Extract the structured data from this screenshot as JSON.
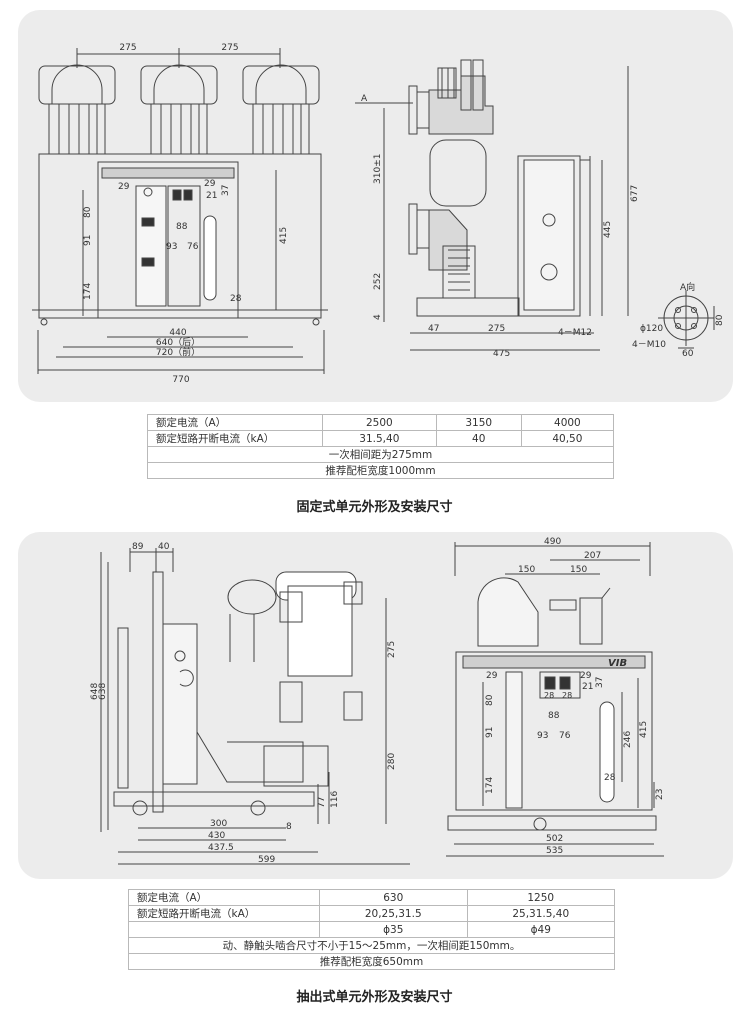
{
  "fixed_unit": {
    "front_view": {
      "dims": {
        "pitch_left": "275",
        "pitch_right": "275",
        "h29": "29",
        "h29b": "29",
        "h21": "21",
        "h37": "37",
        "h80": "80",
        "h88": "88",
        "h91": "91",
        "h93": "93",
        "h76": "76",
        "h174": "174",
        "h28": "28",
        "h415": "415",
        "w440": "440",
        "w640": "640（后）",
        "w720": "720（前）",
        "w770": "770"
      }
    },
    "side_view": {
      "dims": {
        "arrow_a": "A",
        "h310": "310±1",
        "h252": "252",
        "h4": "4",
        "h677": "677",
        "h445": "445",
        "w47": "47",
        "w275": "275",
        "w475": "475",
        "bolt_m12": "4－M12"
      }
    },
    "a_view": {
      "title": "A向",
      "d120": "ϕ120",
      "d80": "80",
      "d60": "60",
      "bolt_m10": "4－M10"
    },
    "spec": {
      "row1_label": "额定电流（A）",
      "row1_v1": "2500",
      "row1_v2": "3150",
      "row1_v3": "4000",
      "row2_label": "额定短路开断电流（kA）",
      "row2_v1": "31.5,40",
      "row2_v2": "40",
      "row2_v3": "40,50",
      "row3": "一次相间距为275mm",
      "row4": "推荐配柜宽度1000mm"
    },
    "caption": "固定式单元外形及安装尺寸"
  },
  "withdrawable_unit": {
    "side_view": {
      "dims": {
        "w89": "89",
        "w40": "40",
        "h648": "648",
        "h638": "638",
        "h275": "275",
        "h280": "280",
        "h116": "116",
        "h77": "77",
        "w300": "300",
        "w8": "8",
        "w430": "430",
        "w437": "437.5",
        "w599": "599"
      }
    },
    "front_view": {
      "dims": {
        "w490": "490",
        "w207": "207",
        "w150a": "150",
        "w150b": "150",
        "h29": "29",
        "h29b": "29",
        "h21": "21",
        "h37": "37",
        "h28b": "28",
        "h25": "28",
        "h80": "80",
        "h88": "88",
        "h91": "91",
        "h93": "93",
        "h76": "76",
        "h174": "174",
        "h246": "246",
        "h415": "415",
        "h28": "28",
        "h23": "23",
        "w502": "502",
        "w535": "535"
      },
      "brand": "VIB"
    },
    "spec": {
      "row1_label": "额定电流（A）",
      "row1_v1": "630",
      "row1_v2": "1250",
      "row2_label": "额定短路开断电流（kA）",
      "row2_v1": "20,25,31.5",
      "row2_v2": "25,31.5,40",
      "row3_v1": "ϕ35",
      "row3_v2": "ϕ49",
      "row4": "动、静触头啮合尺寸不小于15～25mm，一次相间距150mm。",
      "row5": "推荐配柜宽度650mm"
    },
    "caption": "抽出式单元外形及安装尺寸"
  },
  "colors": {
    "panel_bg": "#ececec",
    "line": "#444444",
    "dim": "#555555"
  }
}
